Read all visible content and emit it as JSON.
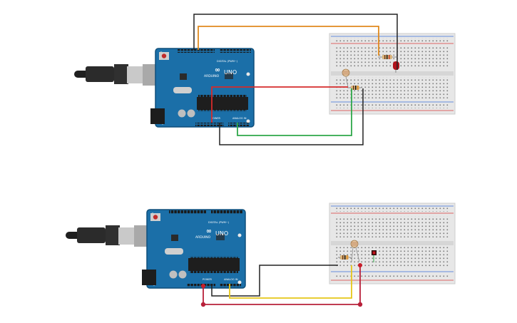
{
  "circuits": [
    {
      "board": {
        "brand": "ARDUINO",
        "model": "UNO",
        "digital_label": "DIGITAL (PWM~)",
        "power_label": "POWER",
        "analog_label": "ANALOG IN"
      },
      "breadboard": {
        "has_led": true,
        "has_photoresistor": true,
        "resistor_count": 2
      },
      "wires": [
        {
          "color": "#e08a1e",
          "role": "arduino digital pin to LED resistor"
        },
        {
          "color": "#222222",
          "role": "arduino GND to LED cathode"
        },
        {
          "color": "#d62b2b",
          "role": "arduino 5V to photoresistor"
        },
        {
          "color": "#2fa84a",
          "role": "arduino analog A0 to sensor junction"
        },
        {
          "color": "#222222",
          "role": "arduino GND to sensor resistor"
        }
      ]
    },
    {
      "board": {
        "brand": "ARDUINO",
        "model": "UNO",
        "digital_label": "DIGITAL (PWM~)",
        "power_label": "POWER",
        "analog_label": "ANALOG IN"
      },
      "breadboard": {
        "has_led": true,
        "has_photoresistor": true,
        "resistor_count": 1
      },
      "wires": [
        {
          "color": "#222222",
          "role": "arduino GND to breadboard"
        },
        {
          "color": "#e6c619",
          "role": "arduino analog to sensor junction"
        },
        {
          "color": "#b8203a",
          "role": "arduino 5V to breadboard"
        }
      ]
    }
  ]
}
